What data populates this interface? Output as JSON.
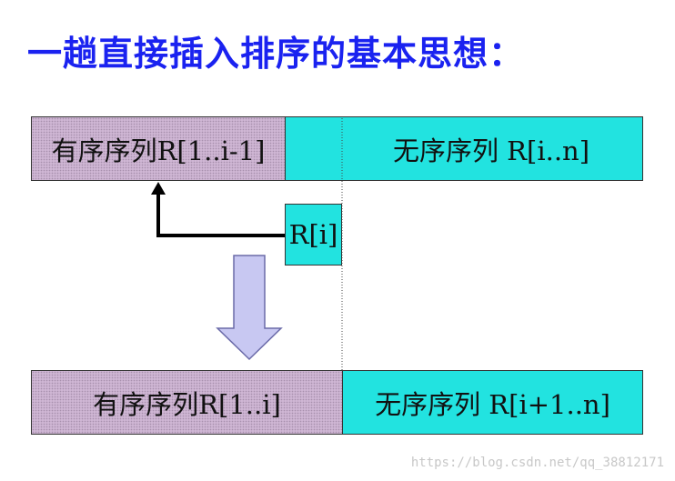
{
  "title": "一趟直接插入排序的基本思想：",
  "top_bar": {
    "sorted_label": "有序序列R[1..i-1]",
    "unsorted_label": "无序序列 R[i..n]"
  },
  "current_element": {
    "label": "R[i]"
  },
  "bottom_bar": {
    "sorted_label": "有序序列R[1..i]",
    "unsorted_label": "无序序列 R[i+1..n]"
  },
  "watermark": "https://blog.csdn.net/qq_38812171",
  "colors": {
    "title": "#1a22f0",
    "sorted_fill": "#cfb6d4",
    "unsorted_fill": "#22e3e0",
    "down_arrow_fill": "#c8c8f2",
    "down_arrow_stroke": "#6a6aa8",
    "connector": "#000000"
  }
}
